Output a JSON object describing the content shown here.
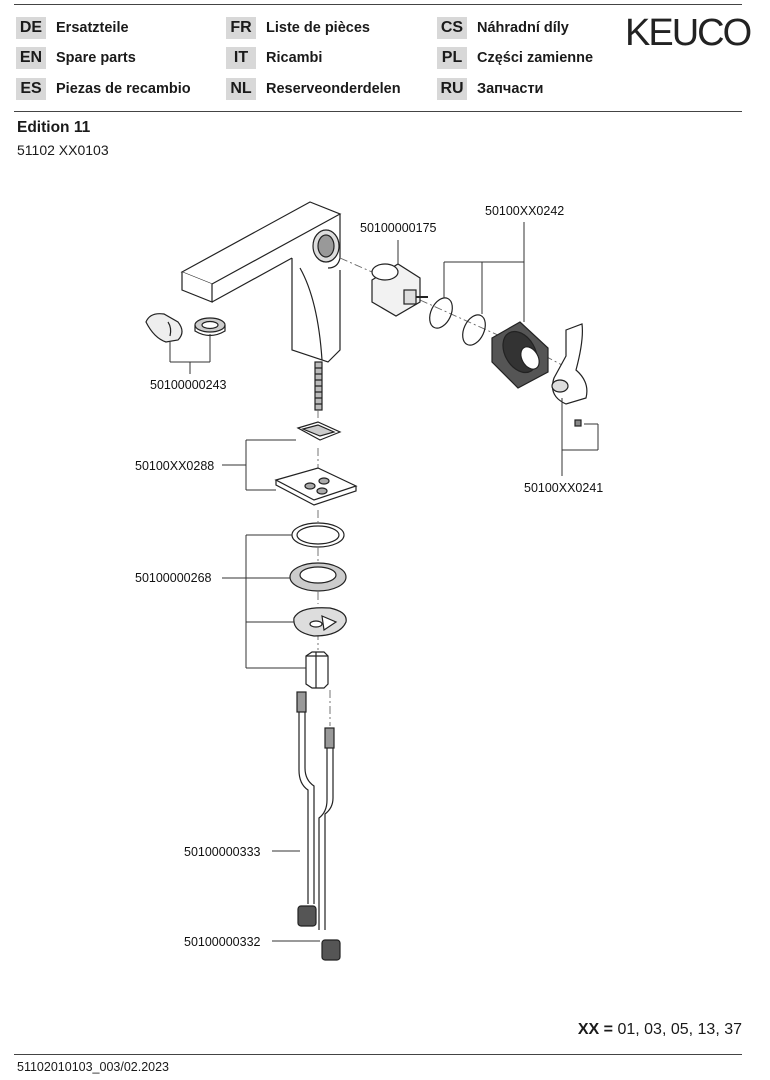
{
  "header": {
    "brand": "KEUCO",
    "languages": [
      {
        "code": "DE",
        "label": "Ersatzteile"
      },
      {
        "code": "EN",
        "label": "Spare parts"
      },
      {
        "code": "ES",
        "label": "Piezas de recambio"
      },
      {
        "code": "FR",
        "label": "Liste de pièces"
      },
      {
        "code": "IT",
        "label": "Ricambi"
      },
      {
        "code": "NL",
        "label": "Reserveonderdelen"
      },
      {
        "code": "CS",
        "label": "Náhradní díly"
      },
      {
        "code": "PL",
        "label": "Części zamienne"
      },
      {
        "code": "RU",
        "label": "Запчасти"
      }
    ]
  },
  "product": {
    "series": "Edition 11",
    "article": "51102 XX0103"
  },
  "parts": {
    "cartridge": "50100000175",
    "handle_seals": "50100XX0242",
    "aerator": "50100000243",
    "lever_screw": "50100XX0241",
    "base_gasket": "50100XX0288",
    "mounting_set": "50100000268",
    "hose_long": "50100000333",
    "hose_short": "50100000332"
  },
  "legend": {
    "key": "XX =",
    "values": "01, 03, 05, 13, 37"
  },
  "footer": {
    "docref": "51102010103_003/02.2023"
  }
}
